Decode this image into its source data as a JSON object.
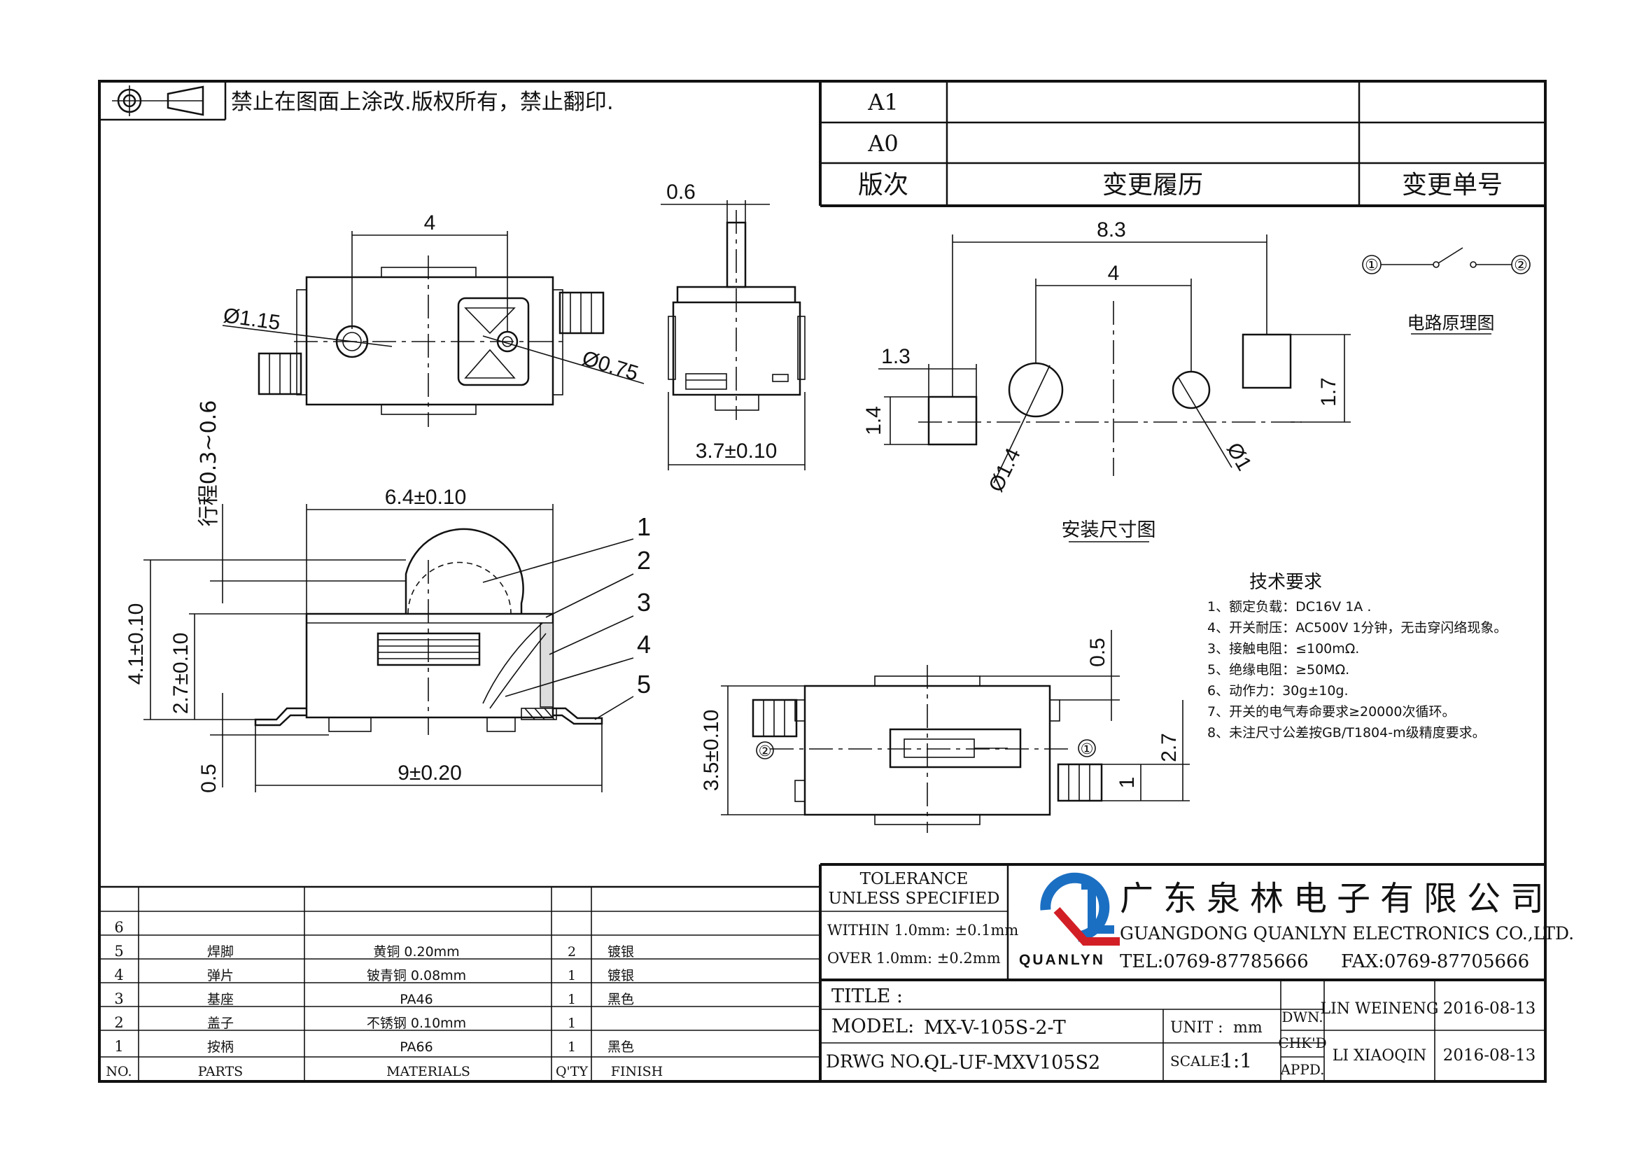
{
  "header": {
    "notice": "禁止在图面上涂改.版权所有，禁止翻印."
  },
  "revision": {
    "rows": [
      {
        "rev": "A1",
        "history": "",
        "number": ""
      },
      {
        "rev": "A0",
        "history": "",
        "number": ""
      }
    ],
    "head_rev": "版次",
    "head_history": "变更履历",
    "head_number": "变更单号"
  },
  "views": {
    "top_dims": {
      "d4": "4",
      "d115": "Ø1.15",
      "d075": "Ø0.75"
    },
    "side_dims": {
      "d06": "0.6",
      "d37": "3.7±0.10"
    },
    "mount_dims": {
      "d83": "8.3",
      "d4": "4",
      "d13": "1.3",
      "d14": "1.4",
      "d17": "1.7",
      "dphi14": "Ø1.4",
      "dphi1": "Ø1"
    },
    "mount_caption": "安装尺寸图",
    "circuit": {
      "n1": "①",
      "n2": "②",
      "caption": "电路原理图"
    },
    "front_dims": {
      "travel": "行程0.3~0.6",
      "d64": "6.4±0.10",
      "d41": "4.1±0.10",
      "d27": "2.7±0.10",
      "d05": "0.5",
      "d9": "9±0.20"
    },
    "balloons": [
      "1",
      "2",
      "3",
      "4",
      "5"
    ],
    "bottom_dims": {
      "d05": "0.5",
      "d35": "3.5±0.10",
      "d27": "2.7",
      "d1": "1",
      "n1": "①",
      "n2": "②"
    }
  },
  "tech": {
    "title": "技术要求",
    "items": [
      "1、额定负载：DC16V 1A .",
      "4、开关耐压：AC500V 1分钟，无击穿闪络现象。",
      "3、接触电阻：≤100mΩ.",
      "5、绝缘电阻：≥50MΩ.",
      "6、动作力：30g±10g.",
      "7、开关的电气寿命要求≥20000次循环。",
      "8、未注尺寸公差按GB/T1804-m级精度要求。"
    ]
  },
  "bom": {
    "headers": {
      "no": "NO.",
      "parts": "PARTS",
      "materials": "MATERIALS",
      "qty": "Q'TY",
      "finish": "FINISH"
    },
    "rows": [
      {
        "no": "6",
        "part": "",
        "material": "",
        "qty": "",
        "finish": ""
      },
      {
        "no": "5",
        "part": "焊脚",
        "material": "黄铜  0.20mm",
        "qty": "2",
        "finish": "镀银"
      },
      {
        "no": "4",
        "part": "弹片",
        "material": "铍青铜  0.08mm",
        "qty": "1",
        "finish": "镀银"
      },
      {
        "no": "3",
        "part": "基座",
        "material": "PA46",
        "qty": "1",
        "finish": "黑色"
      },
      {
        "no": "2",
        "part": "盖子",
        "material": "不锈钢  0.10mm",
        "qty": "1",
        "finish": ""
      },
      {
        "no": "1",
        "part": "按柄",
        "material": "PA66",
        "qty": "1",
        "finish": "黑色"
      }
    ]
  },
  "titleblock": {
    "tol_title1": "TOLERANCE",
    "tol_title2": "UNLESS SPECIFIED",
    "tol_within": "WITHIN 1.0mm: ±0.1mm",
    "tol_over": "OVER 1.0mm:   ±0.2mm",
    "logo_letters": "QL",
    "logo_word": "QUANLYN",
    "company_cn": "广东泉林电子有限公司",
    "company_en": "GUANGDONG QUANLYN ELECTRONICS CO.,LTD.",
    "tel": "TEL:0769-87785666",
    "fax": "FAX:0769-87705666",
    "title_label": "TITLE :",
    "title_value": "",
    "model_label": "MODEL:",
    "model_value": "MX-V-105S-2-T",
    "drwg_label": "DRWG NO.:",
    "drwg_value": "QL-UF-MXV105S2",
    "unit_label": "UNIT :",
    "unit_value": "mm",
    "scale_label": "SCALE:",
    "scale_value": "1:1",
    "dwn": "DWN.",
    "chkd": "CHK'D",
    "appd": "APPD.",
    "dwn_name": "LIN WEINENG",
    "dwn_date": "2016-08-13",
    "chk_name": "LI XIAOQIN",
    "chk_date": "2016-08-13"
  },
  "colors": {
    "logo_blue": "#1b6fc2",
    "logo_red": "#d21f26",
    "line": "#111111"
  }
}
